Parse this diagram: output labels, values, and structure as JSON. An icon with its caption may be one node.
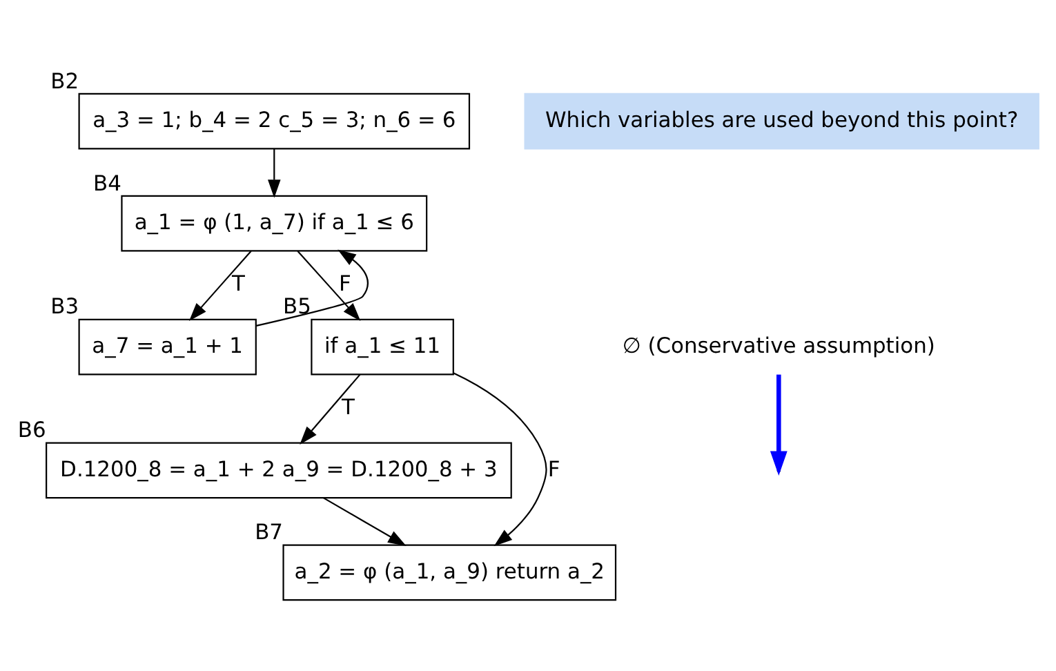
{
  "diagram": {
    "nodes": [
      {
        "text": [
          "a_3 = 1; b_4 = 2 c_5 = 3; n_6 = 6"
        ],
        "beside": [
          "B2"
        ]
      },
      {
        "text": [
          "a_1 = φ (1, a_7) if a_1 ≤ 6"
        ],
        "beside": [
          "B4"
        ]
      },
      {
        "text": [
          "a_7 = a_1 + 1"
        ],
        "beside": [
          "B3"
        ]
      },
      {
        "text": [
          "if a_1 ≤ 11"
        ],
        "beside": [
          "B5"
        ]
      },
      {
        "text": [
          "D.1200_8 = a_1 + 2 a_9 = D.1200_8 + 3"
        ],
        "beside": [
          "B6"
        ]
      },
      {
        "text": [
          "a_2 = φ (a_1, a_9) return a_2"
        ],
        "beside": [
          "B7"
        ]
      },
      {
        "text": [
          "Which variables are used beyond this point?"
        ]
      },
      {
        "text": [
          "∅ (Conservative assumption)"
        ]
      }
    ],
    "edges": [
      {
        "from": 0,
        "to": 1,
        "arrow": "to"
      },
      {
        "from": 2,
        "to": 1,
        "arrow": "to"
      },
      {
        "from": 1,
        "to": 2,
        "arrow": "to",
        "label": "T"
      },
      {
        "from": 1,
        "to": 3,
        "arrow": "to",
        "label": "F"
      },
      {
        "from": 3,
        "to": 4,
        "arrow": "to",
        "label": "T"
      },
      {
        "from": 3,
        "to": 5,
        "arrow": "to",
        "label": "F"
      },
      {
        "from": 4,
        "to": 5,
        "arrow": "to"
      },
      {
        "from": 7,
        "to": null,
        "arrow": "to",
        "style": "thick",
        "color": "#0000ff"
      }
    ]
  }
}
